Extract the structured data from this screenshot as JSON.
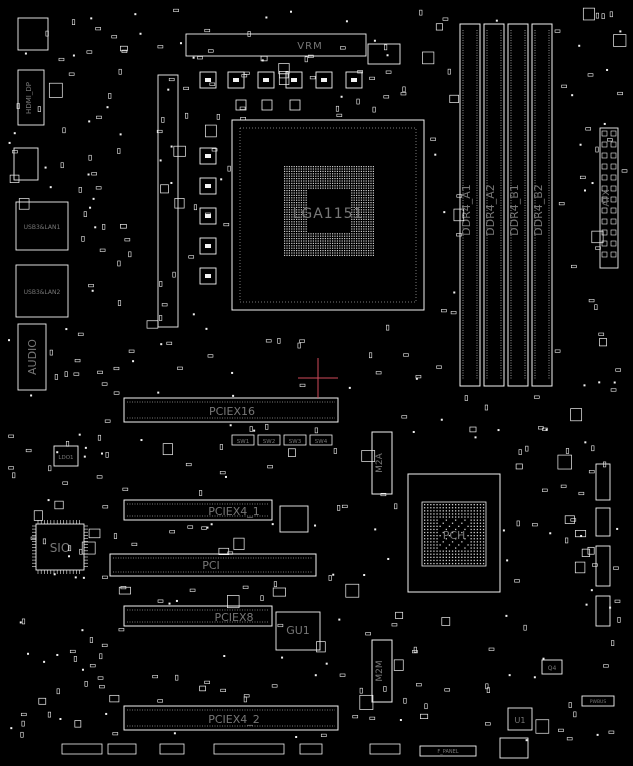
{
  "labels": {
    "audio": "AUDIO",
    "hdmi_dp": "HDMI_DP",
    "usb_lan_1": "USB3&LAN1",
    "usb_lan_2": "USB3&LAN2",
    "sio": "SIO",
    "ldo1": "LDO1",
    "lga": "LGA1151",
    "pciex16": "PCIEX16",
    "pciex4_1": "PCIEX4_1",
    "pci": "PCI",
    "pciex8": "PCIEX8",
    "pciex4_2": "PCIEX4_2",
    "gu1": "GU1",
    "m2a": "M2A",
    "m2m": "M2M",
    "pch": "PCH",
    "atx": "ATX",
    "ddr4_a1": "DDR4_A1",
    "ddr4_a2": "DDR4_A2",
    "ddr4_b1": "DDR4_B1",
    "ddr4_b2": "DDR4_B2",
    "sw1": "SW1",
    "sw2": "SW2",
    "sw3": "SW3",
    "sw4": "SW4",
    "q4": "Q4",
    "u1": "U1",
    "pwbus": "PWBUS",
    "f_panel": "F_PANEL"
  },
  "colors": {
    "background": "#000000",
    "outline": "#f2f2f2",
    "label": "#777777",
    "crosshair": "#d04a5a"
  }
}
